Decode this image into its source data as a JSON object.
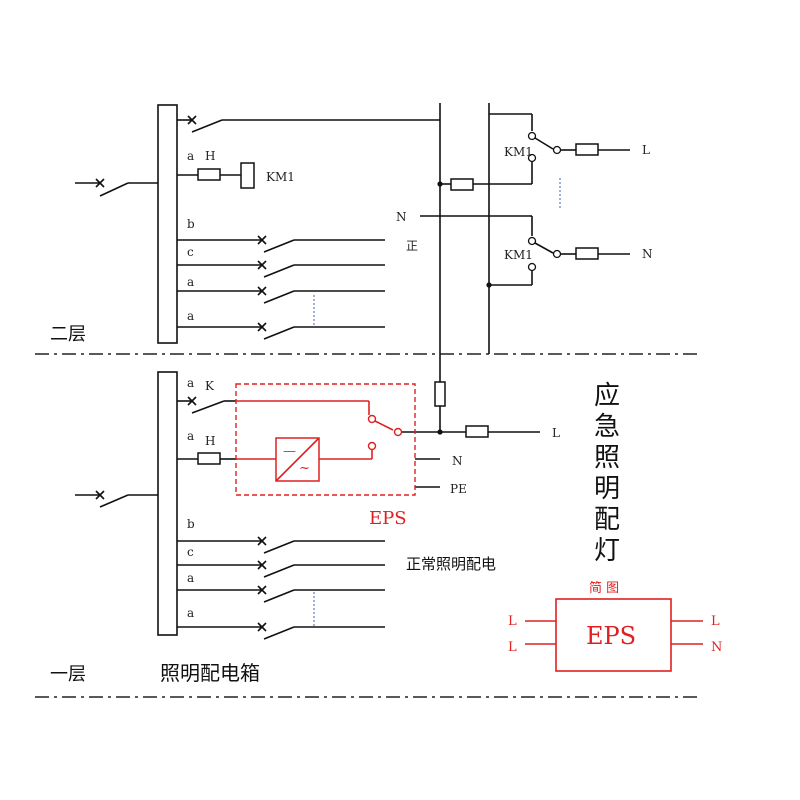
{
  "labels": {
    "floor2": "二层",
    "floor1": "一层",
    "panel": "照明配电箱",
    "normal_short": "正",
    "normal_full": "正常照明配电",
    "eps": "EPS",
    "emergency": "应急照明配灯",
    "simple_diagram": "简 图",
    "eps_box": "EPS"
  },
  "circuit_letters": {
    "a": "a",
    "b": "b",
    "c": "c",
    "H": "H",
    "K": "K",
    "KM1": "KM1",
    "N": "N",
    "L": "L",
    "PE": "PE"
  },
  "colors": {
    "line": "#111111",
    "eps": "#e02020"
  }
}
